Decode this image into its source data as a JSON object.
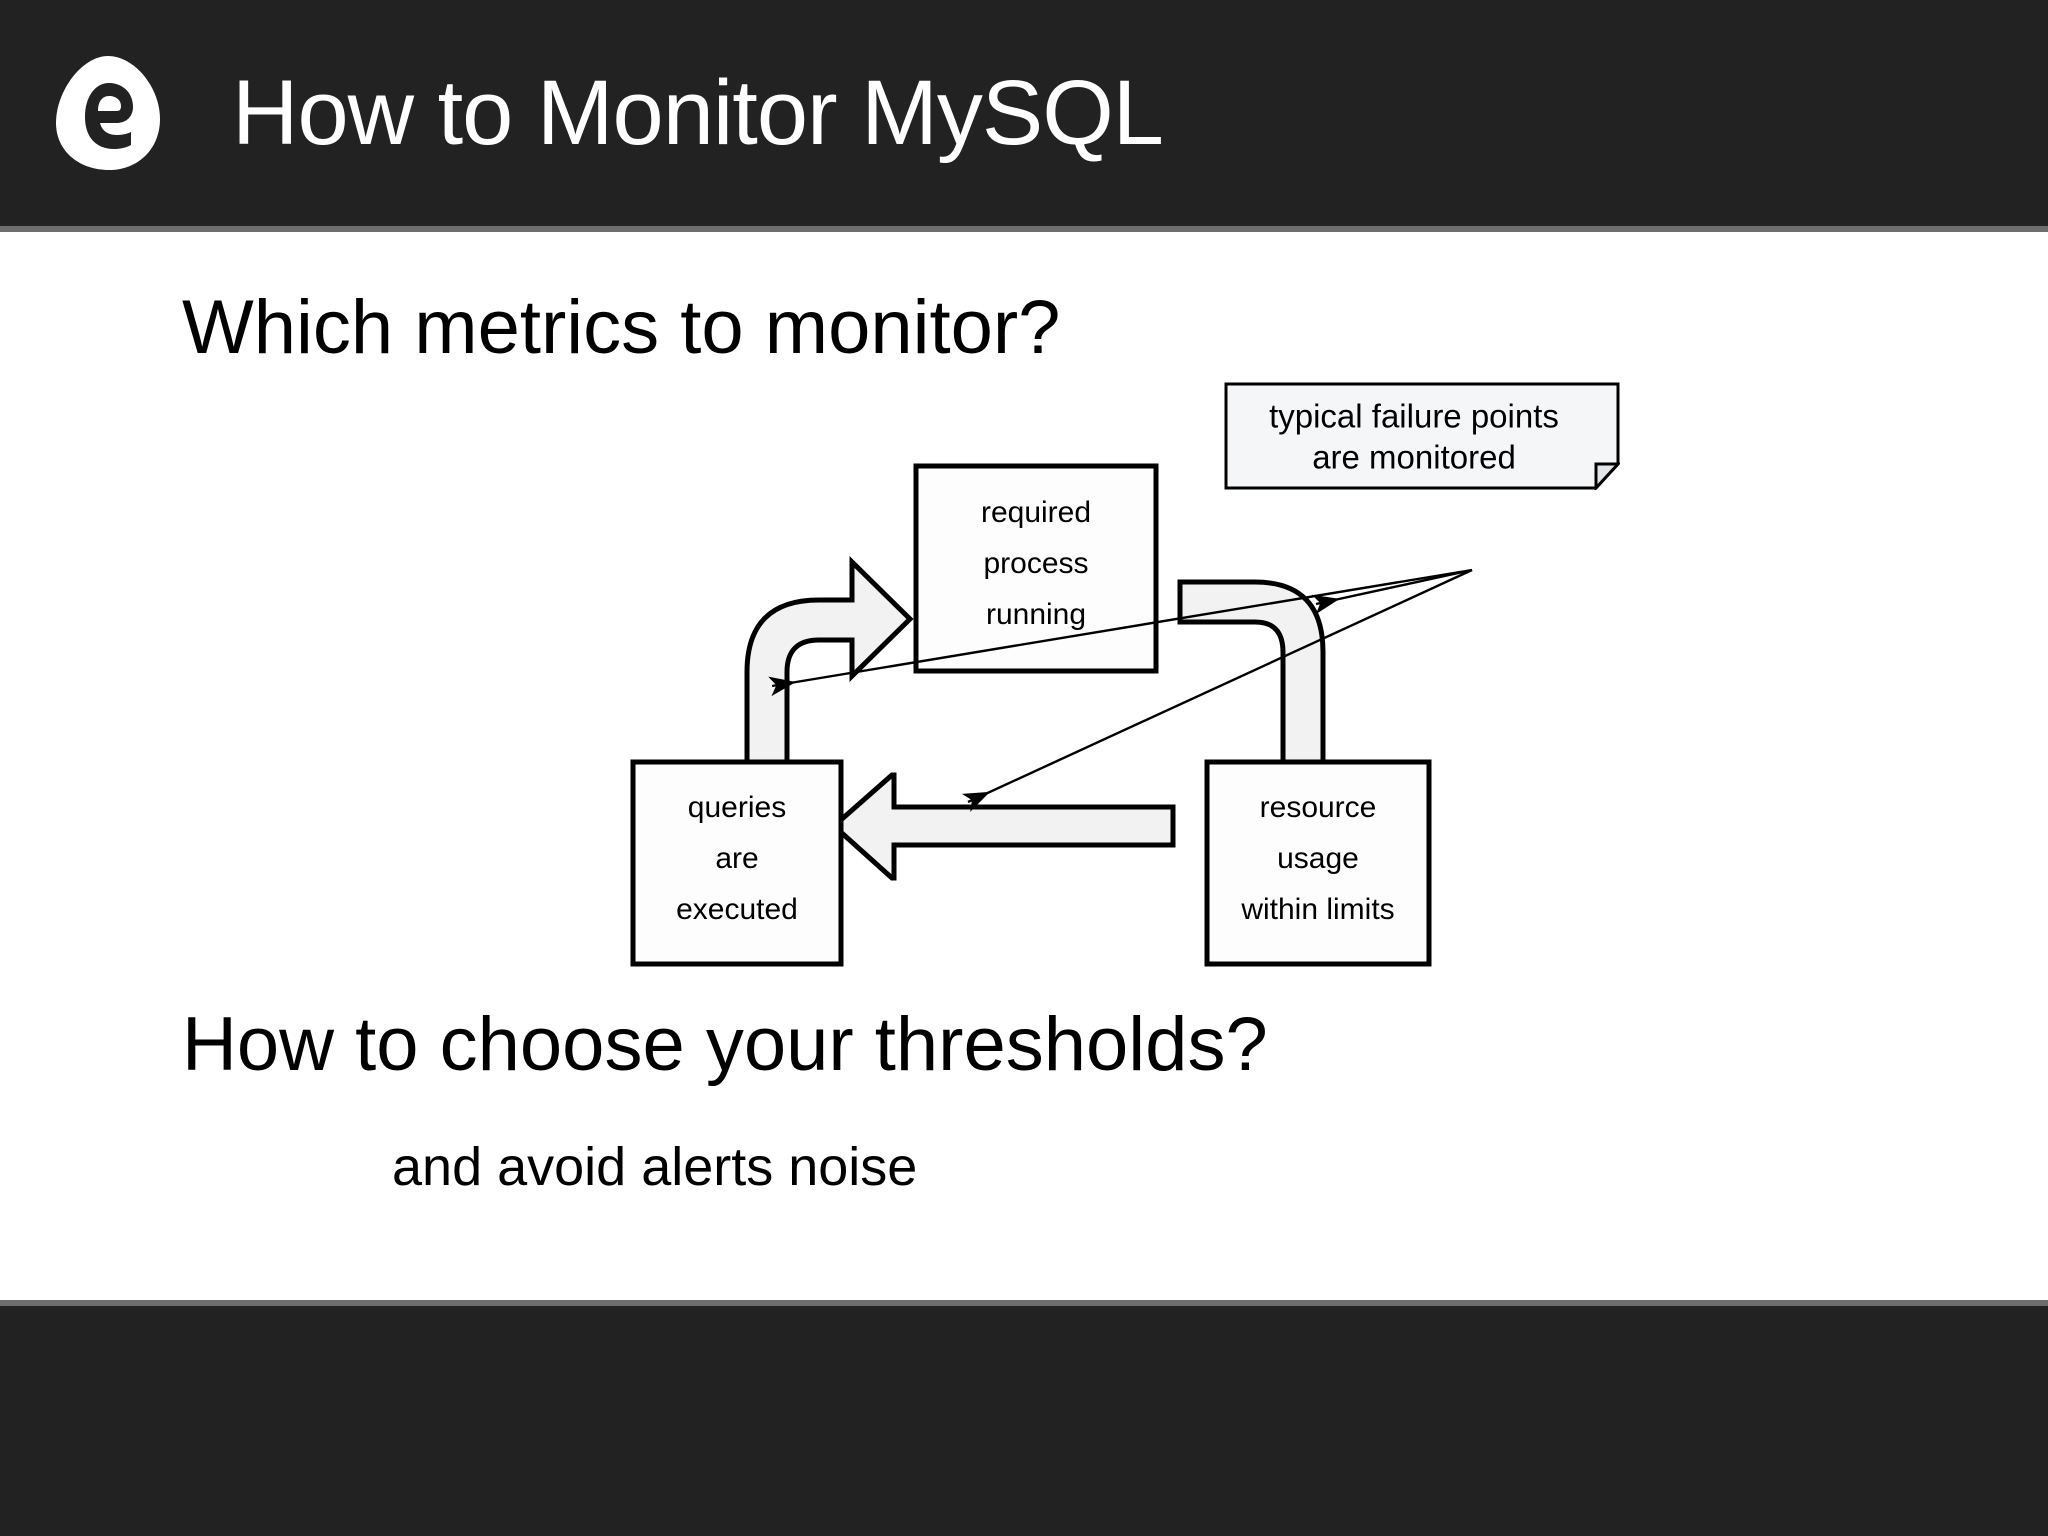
{
  "header": {
    "title": "How to Monitor MySQL",
    "logo_icon": "egg-e-logo-icon",
    "background_color": "#222222",
    "text_color": "#ffffff"
  },
  "content": {
    "heading_1": "Which metrics to monitor?",
    "heading_2": "How to choose your thresholds?",
    "subheading": "and avoid alerts noise"
  },
  "diagram": {
    "type": "flow-cycle",
    "boxes": [
      {
        "id": "process",
        "lines": [
          "required",
          "process",
          "running"
        ]
      },
      {
        "id": "resource",
        "lines": [
          "resource",
          "usage",
          "within limits"
        ]
      },
      {
        "id": "queries",
        "lines": [
          "queries",
          "are",
          "executed"
        ]
      }
    ],
    "note": {
      "id": "note",
      "lines": [
        "typical failure points",
        "are monitored"
      ]
    },
    "flow_arrows": [
      {
        "from": "queries",
        "to": "process",
        "style": "elbow-up-right"
      },
      {
        "from": "process",
        "to": "resource",
        "style": "elbow-right-down"
      },
      {
        "from": "resource",
        "to": "queries",
        "style": "straight-left"
      }
    ],
    "leader_lines": [
      {
        "from": "note",
        "to": "arrow-queries-to-process"
      },
      {
        "from": "note",
        "to": "arrow-process-to-resource"
      },
      {
        "from": "note",
        "to": "arrow-resource-to-queries"
      }
    ]
  },
  "footer": {
    "background_color": "#222222"
  }
}
